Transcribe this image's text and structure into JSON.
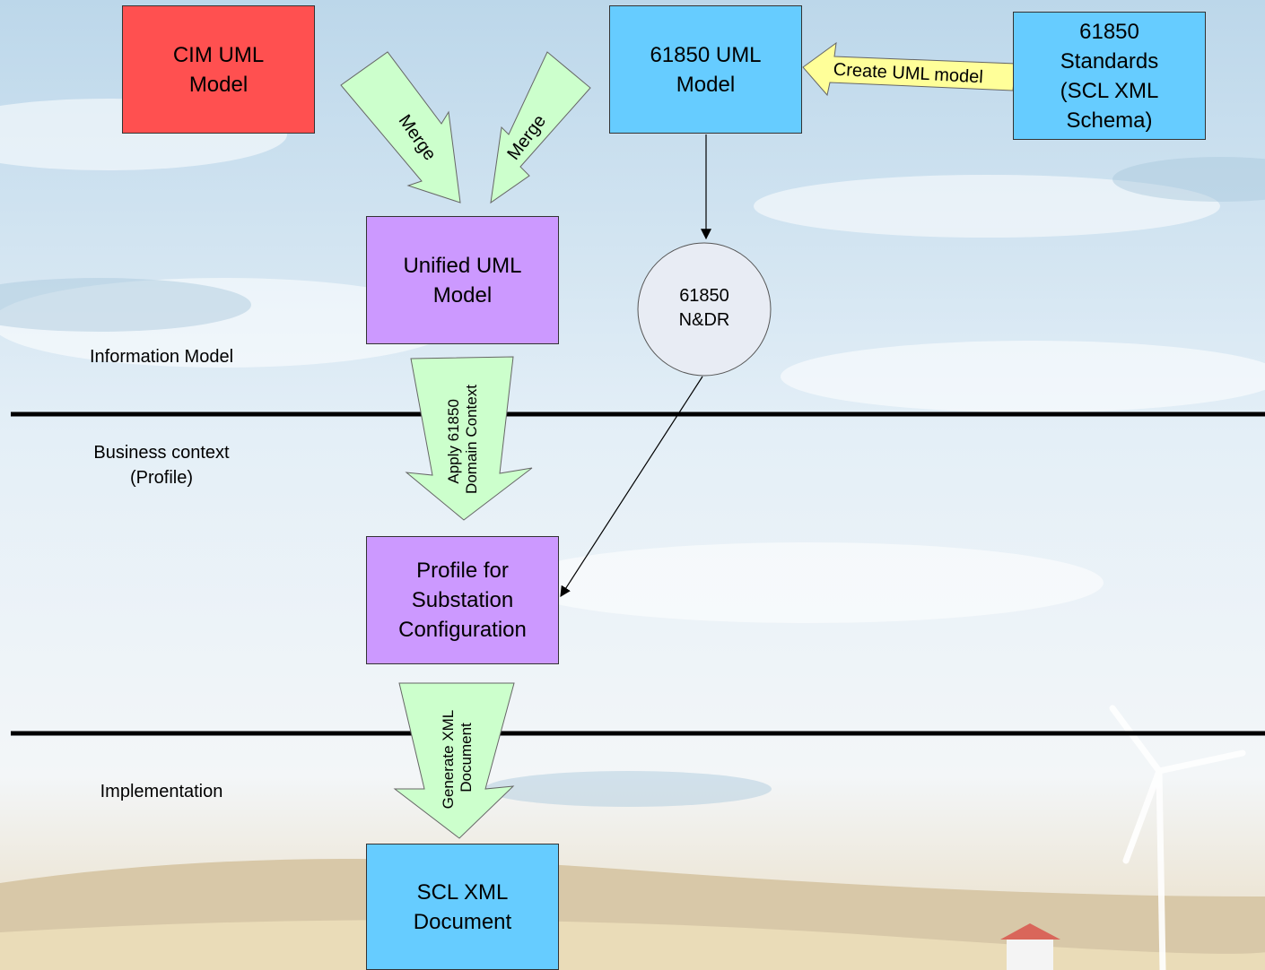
{
  "colors": {
    "cim_box": "#ff5050",
    "model_box": "#66ccff",
    "profile_box": "#cc99ff",
    "circle": "#e8ecf4",
    "merge_arrow": "#ccffcc",
    "create_arrow": "#ffff99",
    "layer_line": "#000000"
  },
  "boxes": {
    "cim_uml": "CIM UML\nModel",
    "uml_61850": "61850 UML\nModel",
    "standards_61850": "61850\nStandards\n(SCL XML\nSchema)",
    "unified_uml": "Unified UML\nModel",
    "profile_substation": "Profile for\nSubstation\nConfiguration",
    "scl_xml_document": "SCL XML\nDocument"
  },
  "circle": {
    "ndr_61850": "61850\nN&DR"
  },
  "arrows": {
    "merge_left": "Merge",
    "merge_right": "Merge",
    "create_uml_model": "Create UML model",
    "apply_domain_context": "Apply 61850\nDomain Context",
    "generate_xml_document": "Generate XML\nDocument"
  },
  "layers": {
    "information_model": "Information Model",
    "business_context": "Business context\n(Profile)",
    "implementation": "Implementation"
  }
}
